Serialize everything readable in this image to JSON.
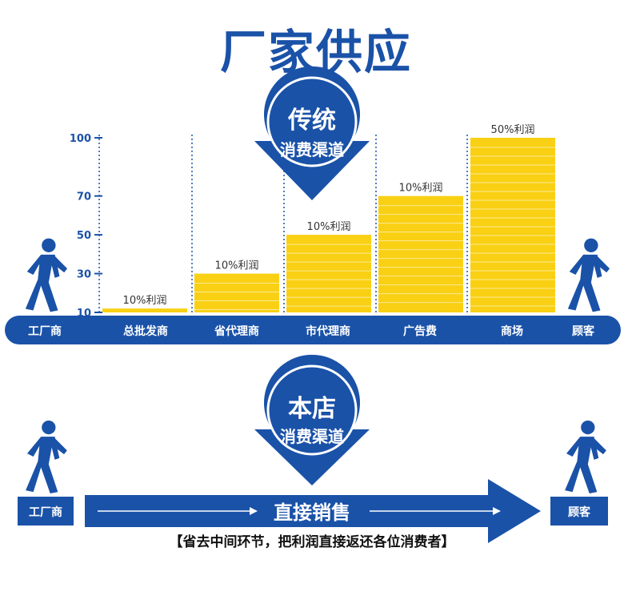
{
  "title": "厂家供应",
  "traditional": {
    "badge_line1": "传统",
    "badge_line2": "消费渠道",
    "chart_data": {
      "type": "bar",
      "categories": [
        "总批发商",
        "省代理商",
        "市代理商",
        "广告费",
        "商场"
      ],
      "values": [
        12,
        30,
        50,
        70,
        100
      ],
      "data_labels": [
        "10%利润",
        "10%利润",
        "10%利润",
        "10%利润",
        "50%利润"
      ],
      "yticks": [
        10,
        30,
        50,
        70,
        100
      ],
      "ylim": [
        10,
        100
      ],
      "bar_color": "#f9d013",
      "axis_color": "#1a52a8"
    },
    "start_label": "工厂商",
    "end_label": "顾客"
  },
  "direct": {
    "badge_line1": "本店",
    "badge_line2": "消费渠道",
    "start_label": "工厂商",
    "end_label": "顾客",
    "arrow_label": "直接销售",
    "note": "【省去中间环节，把利润直接返还各位消费者】"
  },
  "colors": {
    "brand_blue": "#1a52a8",
    "yellow": "#f9d013"
  }
}
